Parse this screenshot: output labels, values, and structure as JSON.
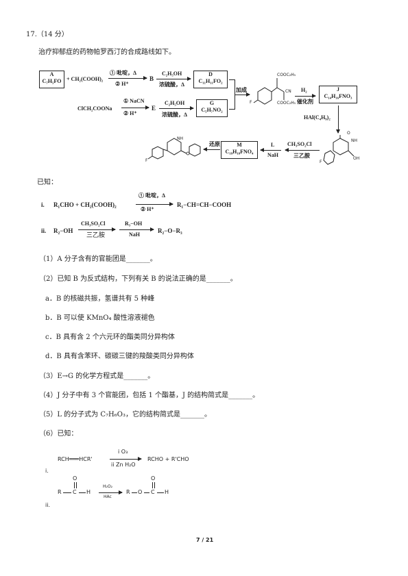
{
  "question": {
    "number": "17.",
    "points": "（14 分）",
    "intro": "治疗抑郁症的药物帕罗西汀的合成路线如下。"
  },
  "scheme": {
    "A": {
      "name": "A",
      "formula": "C₇H₅FO"
    },
    "plus1": "+ CH₂(COOH)₂",
    "cond_AB_top": "① 吡啶，Δ",
    "cond_AB_bot": "② H⁺",
    "B": "B",
    "cond_BD_top": "C₂H₅OH",
    "cond_BD_bot": "浓硫酸，Δ",
    "D": {
      "name": "D",
      "formula": "C₁₁H₁₁FO₂"
    },
    "addition": "加成",
    "chloro": "ClCH₂COONa",
    "cond_E_top": "① NaCN",
    "cond_E_bot": "② H⁺",
    "E": "E",
    "cond_EG_top": "C₂H₅OH",
    "cond_EG_bot": "浓硫酸，Δ",
    "G": {
      "name": "G",
      "formula": "C₅H₇NO₂"
    },
    "int_label_top": "COOC₂H₅",
    "int_label_cn": "CN",
    "int_label_bot": "COOC₂H₅",
    "int_F": "F",
    "cond_J_top": "H₂",
    "cond_J_bot": "催化剂",
    "J": {
      "name": "J",
      "formula": "C₁₄H₁₆FNO₃"
    },
    "cond_down": "HAl(C₄H₉)₂",
    "lactam_O": "O",
    "lactam_NH": "NH",
    "lactam_F": "F",
    "lactam_OH": "OH",
    "cond_L_top": "CH₃SO₂Cl",
    "cond_L_bot": "三乙胺",
    "L": "L",
    "cond_M_top": "L",
    "cond_M_bot": "NaH",
    "M": {
      "name": "M",
      "formula": "C₁₉H₁₈FNO₄"
    },
    "reduce": "还原",
    "product_NH": "NH",
    "product_F": "F"
  },
  "known_label": "已知：",
  "known": {
    "i_num": "i.",
    "i_left": "R₁CHO + CH₂(COOH)₂",
    "i_top": "① 吡啶，Δ",
    "i_bot": "② H⁺",
    "i_right": "R₁−CH=CH−COOH",
    "ii_num": "ii.",
    "ii_left": "R₂−OH",
    "ii_top1": "CH₃SO₂Cl",
    "ii_bot1": "三乙胺",
    "ii_top2": "R₃−OH",
    "ii_bot2": "NaH",
    "ii_right": "R₂−O−R₃"
  },
  "questions": [
    "（1）A 分子含有的官能团是_______。",
    "（2）已知 B 为反式结构，下列有关 B 的说法正确的是_______。",
    "a．B 的核磁共振，氢谱共有 5 种峰",
    "b．B 可以使 KMnO₄ 酸性溶液褪色",
    "c．B 具有含 2 个六元环的酯类同分异构体",
    "d．B 具有含苯环、碳碳三键的羧酸类同分异构体",
    "（3）E→G 的化学方程式是_______。",
    "（4）J 分子中有 3 个官能团，包括 1 个酯基，J 的结构简式是_______。",
    "（5）L 的分子式为 C₇H₆O₃，它的结构简式是_______。",
    "（6）已知："
  ],
  "known6": {
    "i_left": "RCH═══HCR'",
    "i_top": "i O₃",
    "i_bot": "ii Zn  H₂O",
    "i_right": "RCHO   +   R'CHO",
    "i_num": "i.",
    "ii_R": "R",
    "ii_C": "C",
    "ii_H": "H",
    "ii_O": "O",
    "ii_top": "H₂O₂",
    "ii_bot": "HAc",
    "ii_right_R": "R",
    "ii_right_O": "O",
    "ii_right_C": "C",
    "ii_right_H": "H",
    "ii_right_Otop": "O",
    "ii_num": "ii."
  },
  "footer": {
    "page": "7 / 21"
  }
}
